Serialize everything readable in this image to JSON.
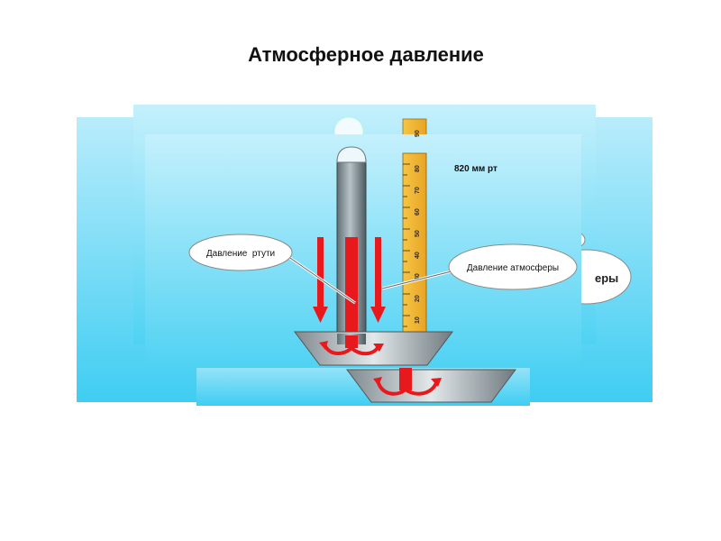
{
  "slide": {
    "title": "Атмосферное давление"
  },
  "diagram": {
    "reading_label": "820 мм рт",
    "mercury_pressure_label": "Давление  ртути",
    "atmosphere_pressure_label": "Давление атмосферы",
    "background_fragment_label": "еры",
    "ruler_ticks": [
      "10",
      "20",
      "30",
      "40",
      "50",
      "60",
      "70",
      "80"
    ],
    "ruler_top_partial": "90"
  },
  "colors": {
    "background_panel": "#5ed3f0",
    "mercury_column": "#6e7a80",
    "arrows": "#e8191d",
    "ruler": "#f2b632",
    "bowl": "#a9b3b8"
  }
}
